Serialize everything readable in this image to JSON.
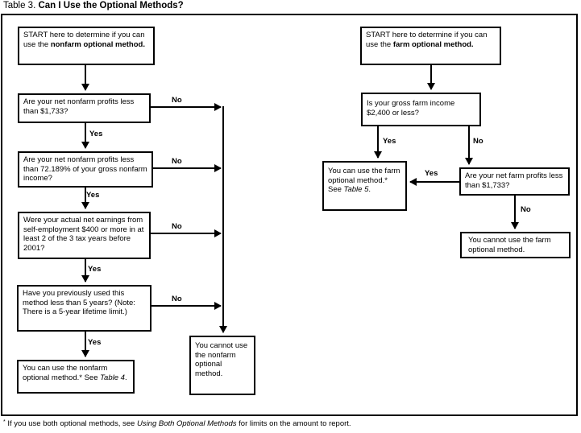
{
  "title": {
    "prefix": "Table 3. ",
    "main": "Can I Use the Optional Methods?"
  },
  "labels": {
    "yes": "Yes",
    "no": "No"
  },
  "nonfarm": {
    "start": {
      "pre": "START here to determine if you can use the ",
      "bold": "nonfarm optional method."
    },
    "q1": "Are your net nonfarm profits less than $1,733?",
    "q2": "Are your net nonfarm profits less than 72.189% of your gross nonfarm income?",
    "q3": "Were your actual net earnings from self-employment $400 or more in at least 2 of the 3 tax years before 2001?",
    "q4": "Have you previously used this method less than 5 years? (Note: There is a 5-year lifetime limit.)",
    "can_use": {
      "pre": "You can use the nonfarm optional method.* See ",
      "italic": "Table 4",
      "post": "."
    },
    "cannot_use": "You cannot use the nonfarm optional method."
  },
  "farm": {
    "start": {
      "pre": "START here to determine if you can use the ",
      "bold": "farm optional method."
    },
    "q1": "Is your gross farm income $2,400 or less?",
    "q2": "Are your net farm profits less than $1,733?",
    "can_use": {
      "pre": "You can use the farm optional method.* See ",
      "italic": "Table 5",
      "post": "."
    },
    "cannot_use": "You cannot use the farm optional method."
  },
  "footnote": {
    "marker": "*",
    "pre": " If you use both optional methods, see ",
    "italic": "Using Both Optional Methods",
    "post": " for limits on the amount to report."
  }
}
